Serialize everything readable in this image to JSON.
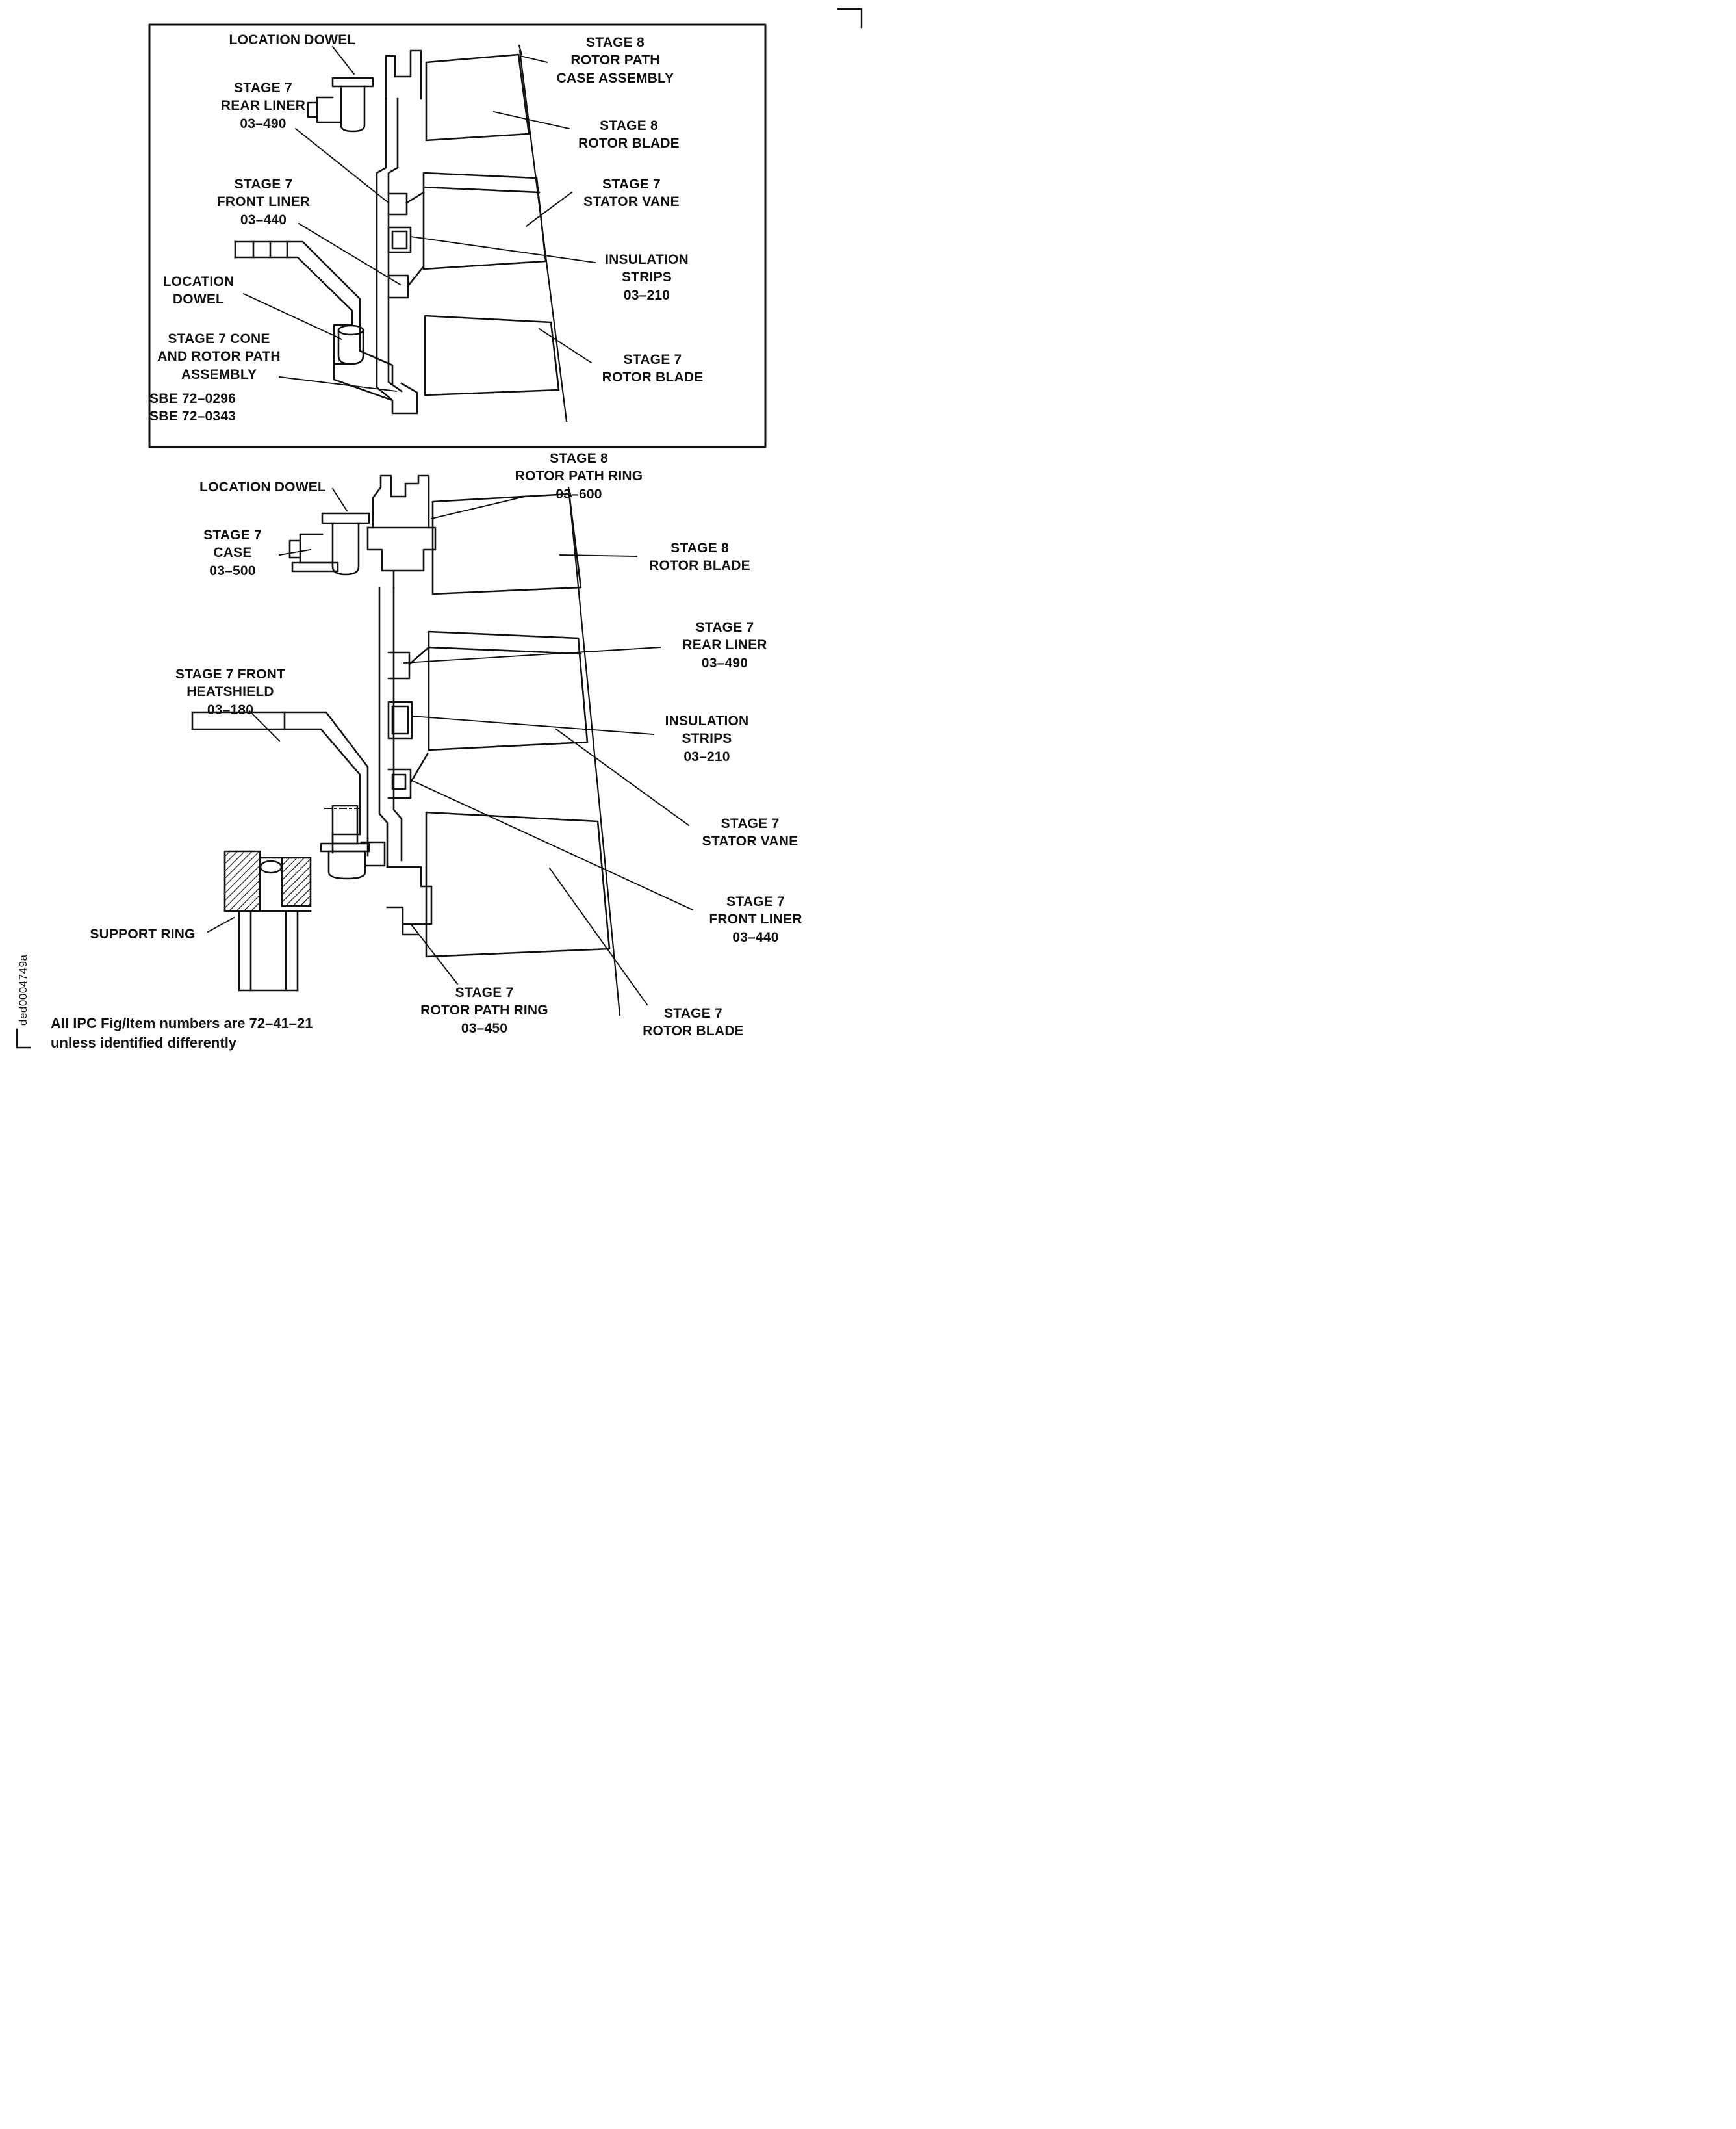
{
  "page": {
    "footer_note": "All IPC Fig/Item numbers are 72–41–21\nunless identified differently",
    "doc_code": "ded0004749a"
  },
  "colors": {
    "ink": "#111111",
    "paper": "#ffffff"
  },
  "top_diagram": {
    "location_dowel": "LOCATION DOWEL",
    "stage7_rear_liner": "STAGE 7\nREAR LINER\n03–490",
    "stage7_front_liner": "STAGE 7\nFRONT LINER\n03–440",
    "location_dowel_lower": "LOCATION\nDOWEL",
    "stage7_cone_assembly": "STAGE 7 CONE\nAND ROTOR PATH\nASSEMBLY",
    "sbe_refs": "SBE 72–0296\nSBE 72–0343",
    "stage8_rotor_path_case": "STAGE 8\nROTOR PATH\nCASE ASSEMBLY",
    "stage8_rotor_blade": "STAGE 8\nROTOR BLADE",
    "stage7_stator_vane": "STAGE 7\nSTATOR VANE",
    "insulation_strips": "INSULATION\nSTRIPS\n03–210",
    "stage7_rotor_blade": "STAGE 7\nROTOR BLADE"
  },
  "bottom_diagram": {
    "location_dowel": "LOCATION DOWEL",
    "stage8_rotor_path_ring": "STAGE 8\nROTOR PATH RING\n03–600",
    "stage7_case": "STAGE 7\nCASE\n03–500",
    "stage8_rotor_blade": "STAGE 8\nROTOR BLADE",
    "stage7_rear_liner": "STAGE 7\nREAR LINER\n03–490",
    "stage7_front_heatshield": "STAGE 7 FRONT\nHEATSHIELD\n03–180",
    "insulation_strips": "INSULATION\nSTRIPS\n03–210",
    "stage7_stator_vane": "STAGE 7\nSTATOR VANE",
    "stage7_front_liner": "STAGE 7\nFRONT LINER\n03–440",
    "support_ring": "SUPPORT RING",
    "stage7_rotor_path_ring": "STAGE 7\nROTOR PATH RING\n03–450",
    "stage7_rotor_blade": "STAGE 7\nROTOR BLADE"
  }
}
